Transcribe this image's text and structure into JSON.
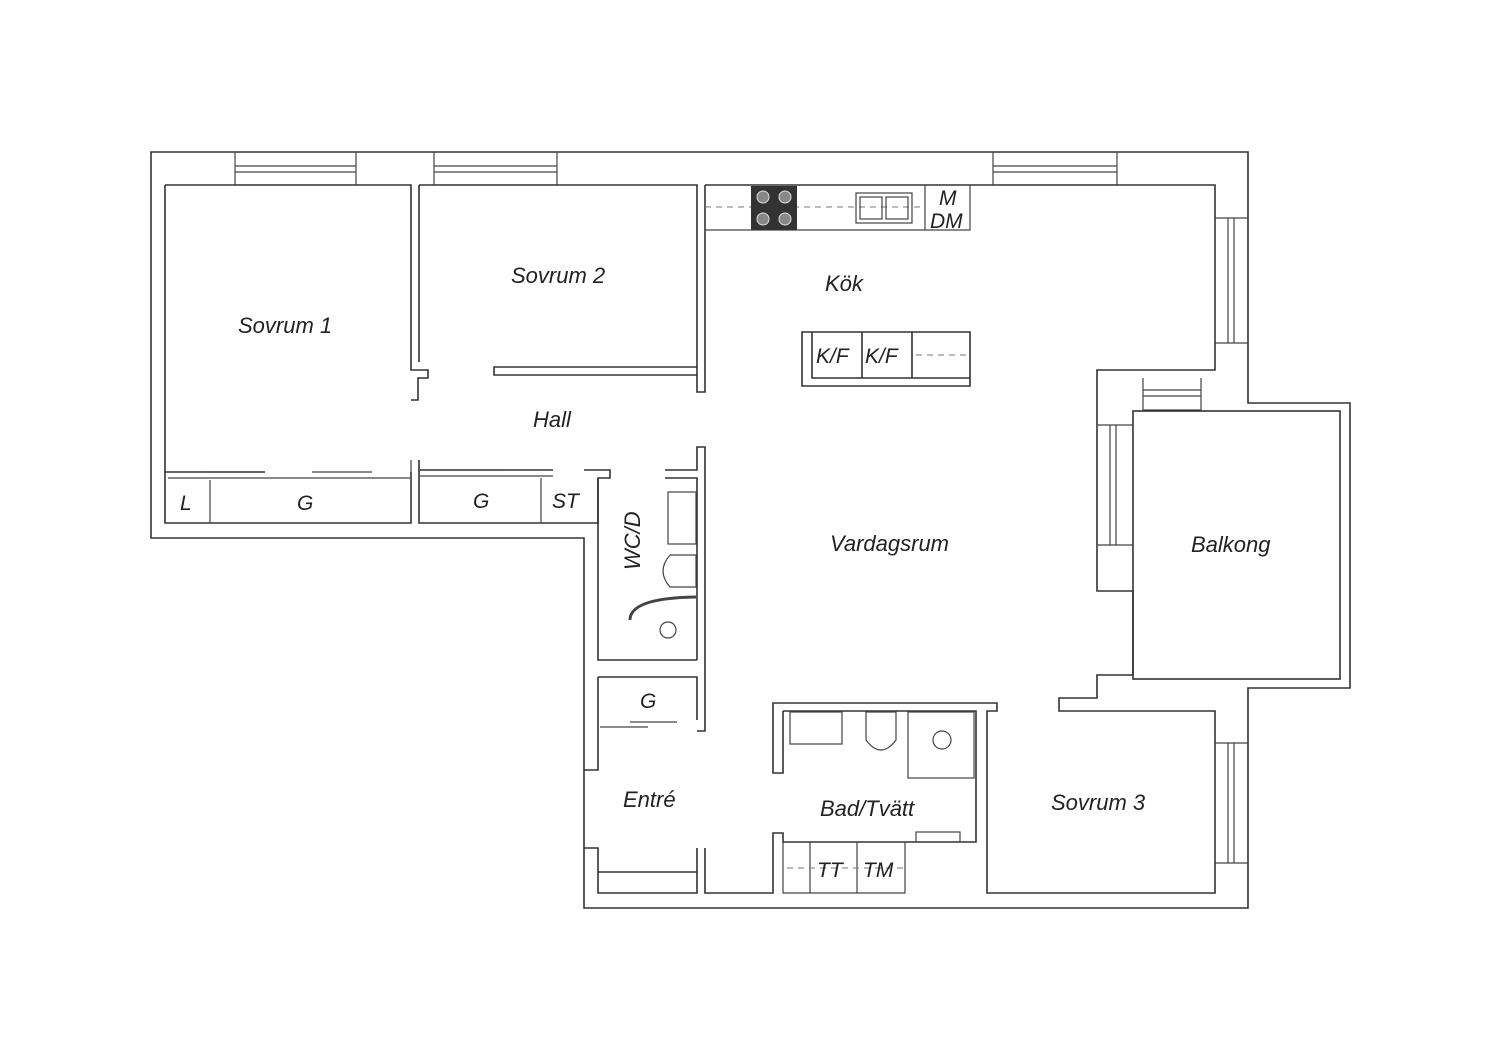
{
  "rooms": {
    "sovrum1": "Sovrum 1",
    "sovrum2": "Sovrum 2",
    "kok": "Kök",
    "hall": "Hall",
    "vardagsrum": "Vardagsrum",
    "balkong": "Balkong",
    "wcd": "WC/D",
    "entre": "Entré",
    "badtvatt": "Bad/Tvätt",
    "sovrum3": "Sovrum 3"
  },
  "fixtures": {
    "linen": "L",
    "wardrobe": "G",
    "storage": "ST",
    "microwave": "M",
    "dishwasher": "DM",
    "fridge_freezer": "K/F",
    "dryer": "TT",
    "washer": "TM"
  },
  "colors": {
    "wall": "#333333",
    "stove": "#333333"
  }
}
